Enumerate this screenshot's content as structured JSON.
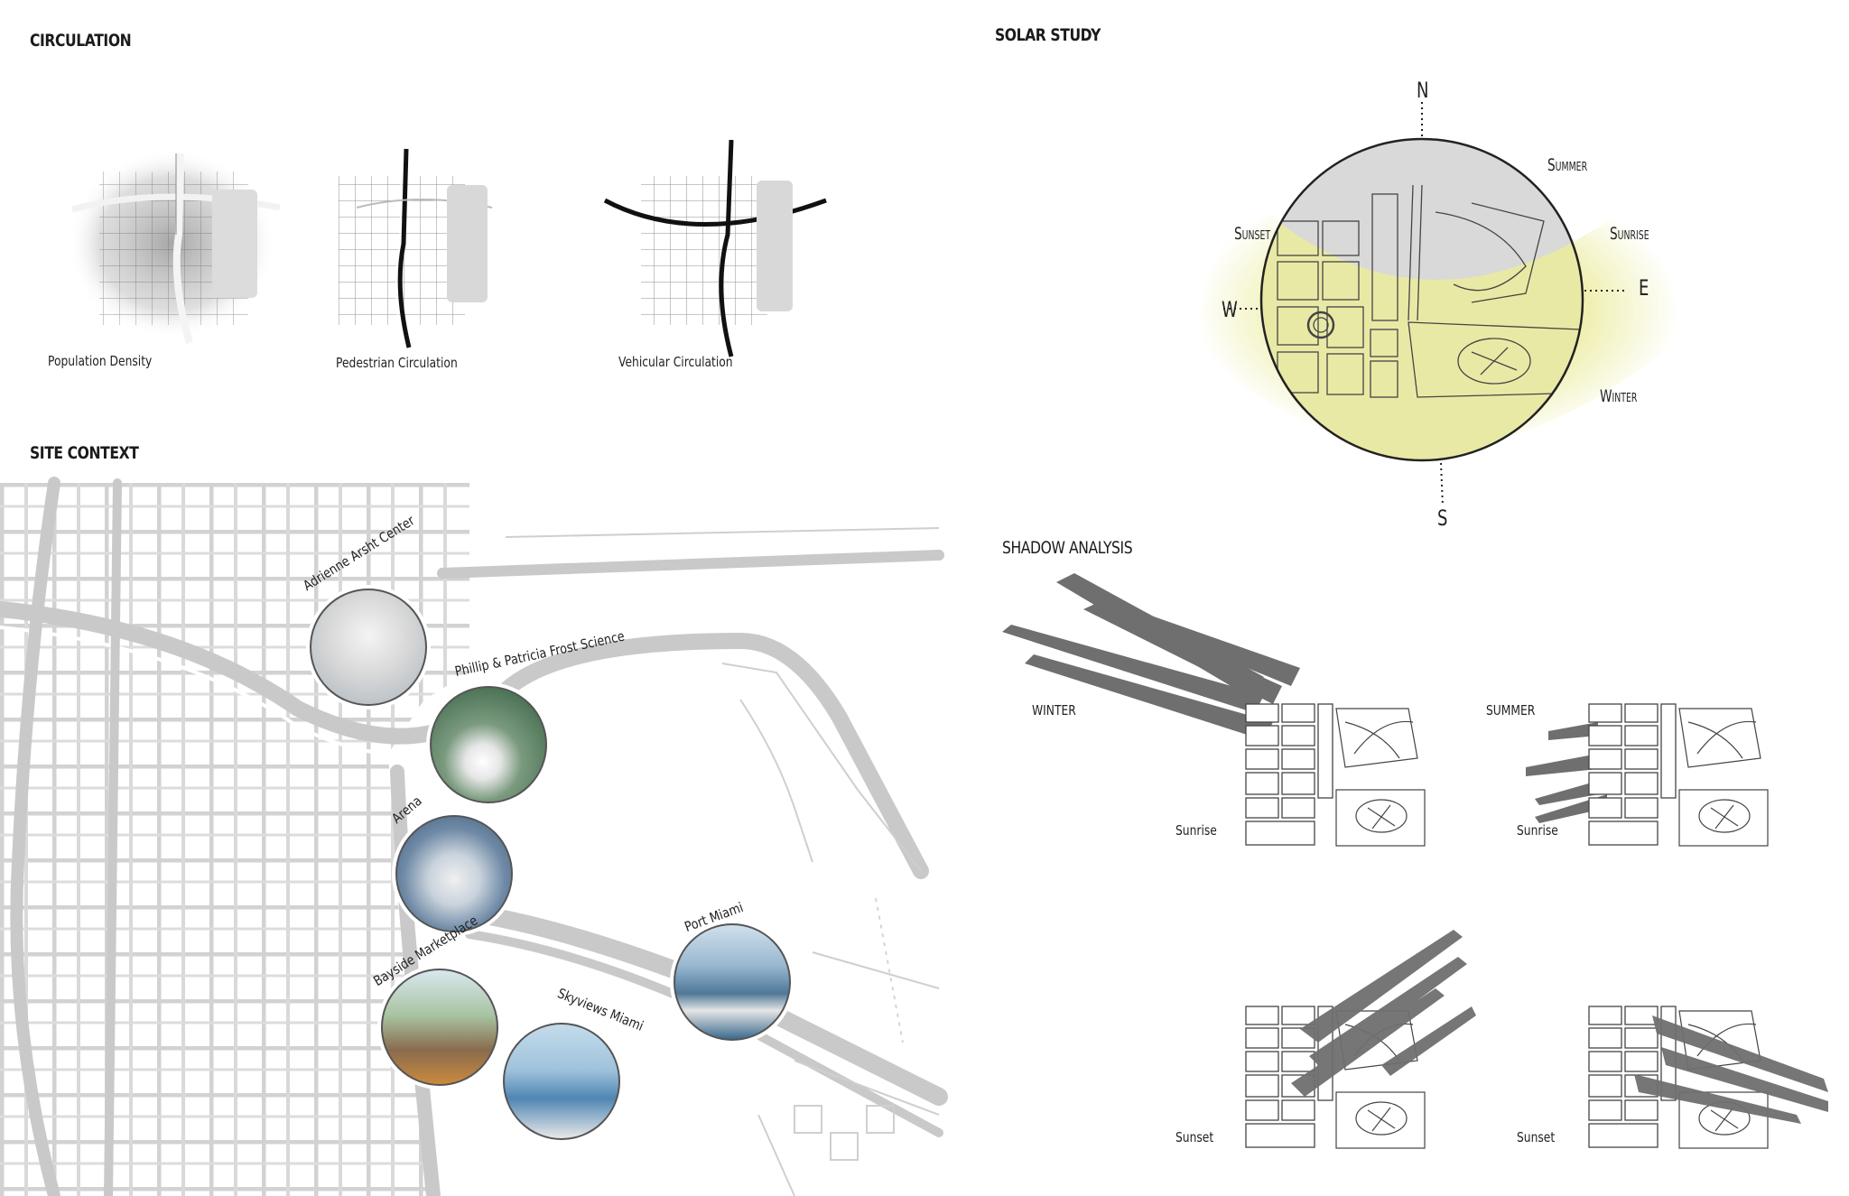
{
  "sections": {
    "circulation": "CIRCULATION",
    "solar_study": "SOLAR STUDY",
    "site_context": "SITE CONTEXT",
    "shadow_analysis": "SHADOW ANALYSIS"
  },
  "circulation_diagrams": [
    {
      "label": "Population Density"
    },
    {
      "label": "Pedestrian Circulation"
    },
    {
      "label": "Vehicular Circulation"
    }
  ],
  "solar": {
    "north": "N",
    "south": "S",
    "east": "E",
    "west": "W",
    "summer": "Summer",
    "sunrise": "Sunrise",
    "sunset": "Sunset",
    "winter": "Winter",
    "sun_color": "#eeeeaa"
  },
  "landmarks": [
    {
      "name": "Adrienne Arsht Center"
    },
    {
      "name": "Phillip & Patricia Frost Science"
    },
    {
      "name": "Arena"
    },
    {
      "name": "Bayside Marketplace"
    },
    {
      "name": "Skyviews Miami"
    },
    {
      "name": "Port Miami"
    }
  ],
  "shadow": {
    "winter": "WINTER",
    "summer": "SUMMER",
    "cells": [
      {
        "time": "Sunrise"
      },
      {
        "time": "Sunrise"
      },
      {
        "time": "Sunset"
      },
      {
        "time": "Sunset"
      }
    ]
  }
}
